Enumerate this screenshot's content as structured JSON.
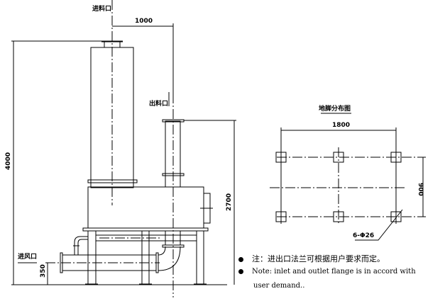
{
  "labels": {
    "feed_inlet": "进料口",
    "discharge_outlet": "出料口",
    "air_inlet": "进风口",
    "plan_title": "地脚分布图"
  },
  "dimensions": {
    "offset": "1000",
    "total_height": "4000",
    "outlet_height": "2700",
    "inlet_height": "350",
    "plan_width": "1800",
    "plan_depth": "900",
    "bolt_holes": "6-Φ26"
  },
  "notes": [
    "注：进出口法兰可根据用户要求而定。",
    "Note: inlet and outlet flange is in accord with",
    "user demand.."
  ]
}
